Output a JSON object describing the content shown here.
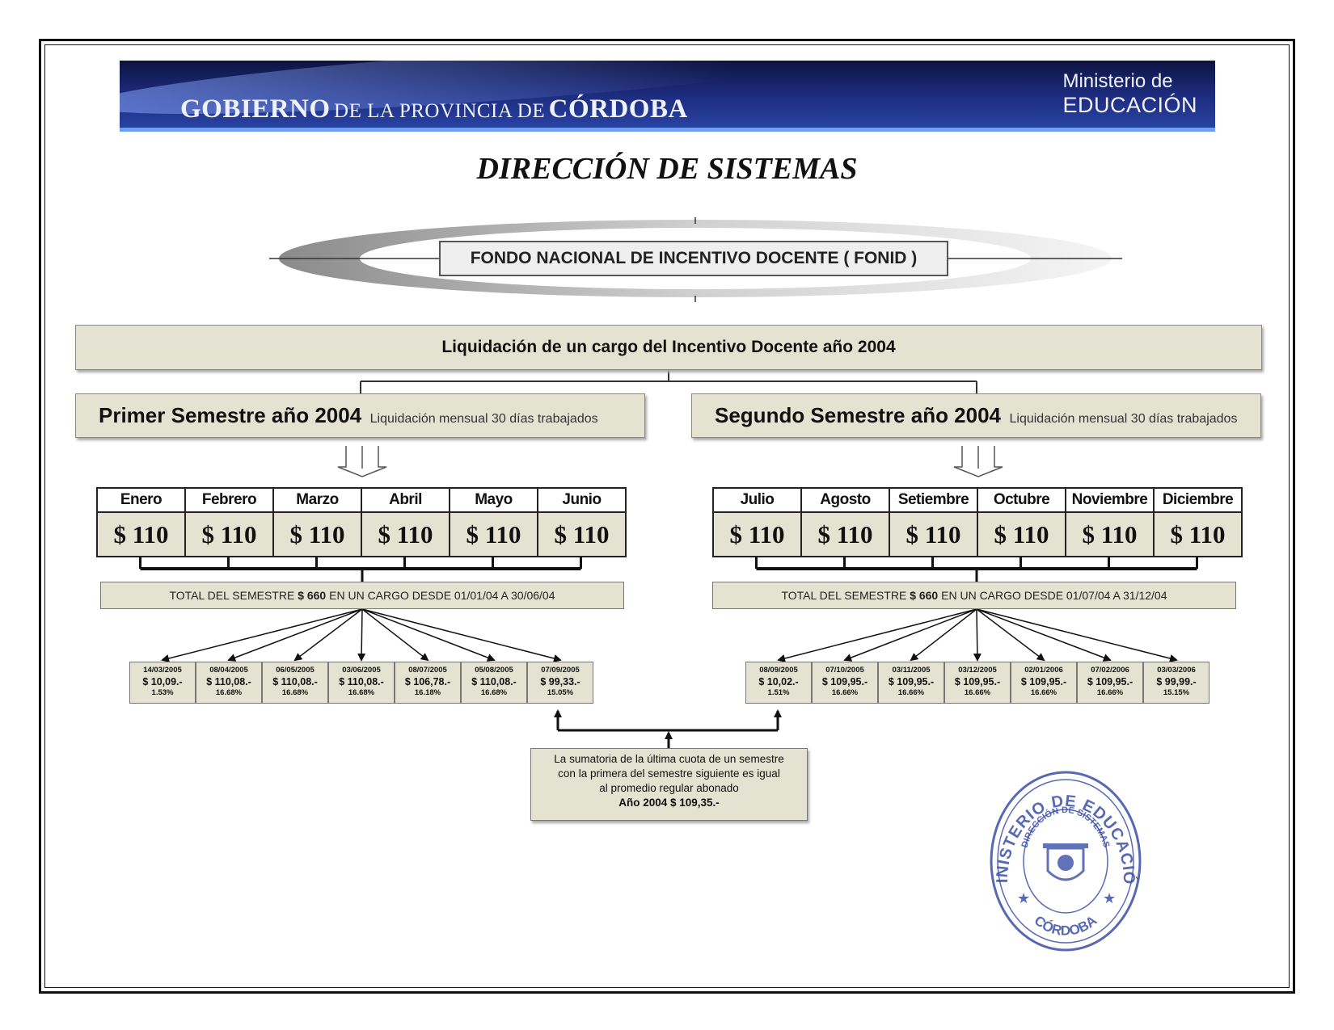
{
  "banner": {
    "gobierno": "GOBIERNO",
    "provincia": "DE LA PROVINCIA DE",
    "cordoba": "CÓRDOBA",
    "ministerio_l1": "Ministerio de",
    "ministerio_l2": "EDUCACIÓN"
  },
  "title": "DIRECCIÓN DE  SISTEMAS",
  "fonid": "FONDO NACIONAL DE INCENTIVO DOCENTE ( FONID )",
  "liquidacion": "Liquidación de un cargo del Incentivo Docente año 2004",
  "semesters": [
    {
      "title": "Primer Semestre año 2004",
      "subtitle": "Liquidación mensual 30 días trabajados",
      "months": [
        "Enero",
        "Febrero",
        "Marzo",
        "Abril",
        "Mayo",
        "Junio"
      ],
      "values": [
        "$ 110",
        "$ 110",
        "$ 110",
        "$ 110",
        "$ 110",
        "$ 110"
      ],
      "total": "TOTAL DEL SEMESTRE $ 660 EN UN CARGO DESDE 01/01/04 A 30/06/04",
      "total_parts": {
        "pre": "TOTAL DEL SEMESTRE ",
        "amount": "$ 660",
        "post": " EN UN CARGO DESDE 01/01/04 A 30/06/04"
      },
      "payments": [
        {
          "date": "14/03/2005",
          "amount": "$ 10,09.-",
          "pct": "1.53%"
        },
        {
          "date": "08/04/2005",
          "amount": "$ 110,08.-",
          "pct": "16.68%"
        },
        {
          "date": "06/05/2005",
          "amount": "$ 110,08.-",
          "pct": "16.68%"
        },
        {
          "date": "03/06/2005",
          "amount": "$ 110,08.-",
          "pct": "16.68%"
        },
        {
          "date": "08/07/2005",
          "amount": "$ 106,78.-",
          "pct": "16.18%"
        },
        {
          "date": "05/08/2005",
          "amount": "$ 110,08.-",
          "pct": "16.68%"
        },
        {
          "date": "07/09/2005",
          "amount": "$ 99,33.-",
          "pct": "15.05%"
        }
      ]
    },
    {
      "title": "Segundo Semestre año 2004",
      "subtitle": "Liquidación mensual 30 días trabajados",
      "months": [
        "Julio",
        "Agosto",
        "Setiembre",
        "Octubre",
        "Noviembre",
        "Diciembre"
      ],
      "values": [
        "$ 110",
        "$ 110",
        "$ 110",
        "$ 110",
        "$ 110",
        "$ 110"
      ],
      "total": "TOTAL DEL SEMESTRE $ 660 EN UN CARGO DESDE 01/07/04 A 31/12/04",
      "total_parts": {
        "pre": "TOTAL DEL SEMESTRE ",
        "amount": "$ 660",
        "post": " EN UN CARGO DESDE 01/07/04 A 31/12/04"
      },
      "payments": [
        {
          "date": "08/09/2005",
          "amount": "$ 10,02.-",
          "pct": "1.51%"
        },
        {
          "date": "07/10/2005",
          "amount": "$ 109,95.-",
          "pct": "16.66%"
        },
        {
          "date": "03/11/2005",
          "amount": "$ 109,95.-",
          "pct": "16.66%"
        },
        {
          "date": "03/12/2005",
          "amount": "$ 109,95.-",
          "pct": "16.66%"
        },
        {
          "date": "02/01/2006",
          "amount": "$ 109,95.-",
          "pct": "16.66%"
        },
        {
          "date": "07/02/2006",
          "amount": "$ 109,95.-",
          "pct": "16.66%"
        },
        {
          "date": "03/03/2006",
          "amount": "$ 99,99.-",
          "pct": "15.15%"
        }
      ]
    }
  ],
  "note": {
    "line1": "La sumatoria de la última cuota de un semestre",
    "line2": "con la primera del semestre siguiente es igual",
    "line3": "al promedio regular abonado",
    "line4": "Año 2004 $ 109,35.-"
  },
  "stamp": {
    "outer_top": "MINISTERIO DE EDUCACIÓN",
    "inner": "DIRECCIÓN DE SISTEMAS",
    "bottom": "CÓRDOBA"
  },
  "colors": {
    "box_fill": "#e4e3d2",
    "stamp_ink": "#3b4fa8",
    "banner_blue": "#1c2a7a"
  }
}
